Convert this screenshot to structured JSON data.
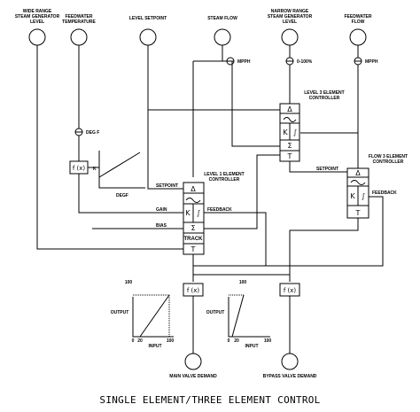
{
  "title": "SINGLE ELEMENT/THREE ELEMENT CONTROL",
  "inputs": {
    "wide_range": [
      "WIDE RANGE",
      "STEAM GENERATOR",
      "LEVEL"
    ],
    "feedwater_temp": [
      "FEEDWATER",
      "TEMPERATURE"
    ],
    "level_setpoint": [
      "LEVEL SETPOINT"
    ],
    "steam_flow": [
      "STEAM FLOW"
    ],
    "narrow_range": [
      "NARROW RANGE",
      "STEAM GENERATOR",
      "LEVEL"
    ],
    "feedwater_flow": [
      "FEEDWATER",
      "FLOW"
    ]
  },
  "units": {
    "steam_flow": "MPPH",
    "narrow_range": "0-100%",
    "feedwater_flow": "MPPH",
    "temperature": "DEG F"
  },
  "temp_graph": {
    "ylabel": "K",
    "xlabel": "DEGF"
  },
  "controllers": {
    "level1": [
      "LEVEL 1 ELEMENT",
      "CONTROLLER"
    ],
    "level3": [
      "LEVEL 3 ELEMENT",
      "CONTROLLER"
    ],
    "flow3": [
      "FLOW 3 ELEMENT",
      "CONTROLLER"
    ]
  },
  "controller_symbols": {
    "delta": "Δ",
    "k": "K",
    "integral": "∫",
    "sum": "Σ",
    "track": "TRACK",
    "t": "T",
    "fx": "f (x)"
  },
  "signals": {
    "setpoint_l1": "SETPOINT",
    "gain": "GAIN",
    "bias": "BIAS",
    "feedback_l1": "FEEDBACK",
    "setpoint_f3": "SETPOINT",
    "feedback_f3": "FEEDBACK"
  },
  "valve_graphs": {
    "main": {
      "ylabel": "OUTPUT",
      "xlabel": "INPUT",
      "y_tick": "100",
      "x_ticks": [
        "0",
        "20",
        "100"
      ]
    },
    "bypass": {
      "ylabel": "OUTPUT",
      "xlabel": "INPUT",
      "y_tick": "100",
      "x_ticks": [
        "0",
        "20",
        "100"
      ]
    }
  },
  "outputs": {
    "main": "MAIN VALVE DEMAND",
    "bypass": "BYPASS VALVE DEMAND"
  }
}
